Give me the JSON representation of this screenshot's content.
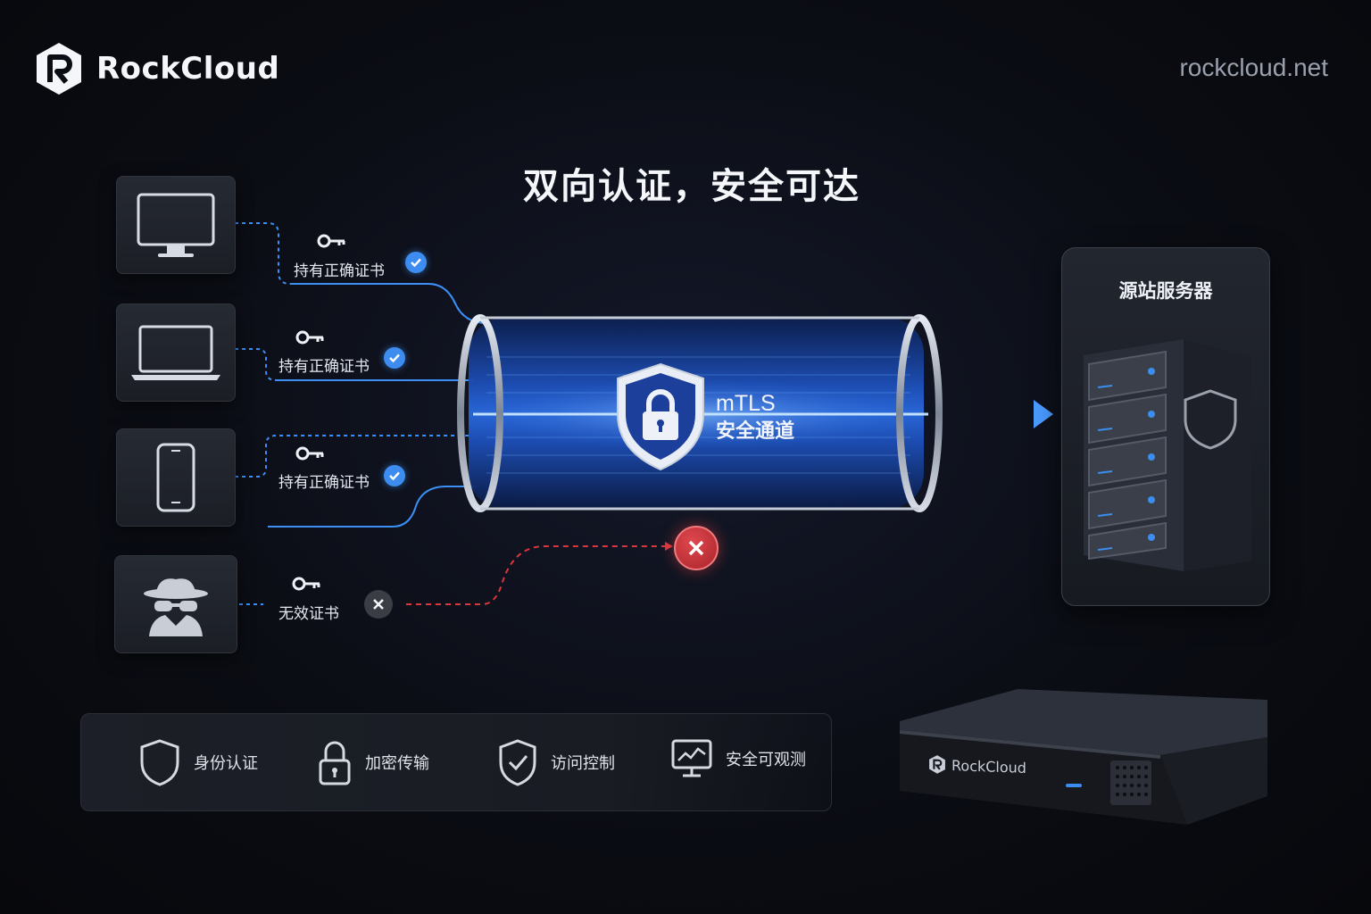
{
  "header": {
    "brand_name": "RockCloud",
    "site_url": "rockcloud.net"
  },
  "title": "双向认证，安全可达",
  "clients": [
    {
      "device": "desktop-monitor",
      "cert_label": "持有正确证书",
      "status": "valid"
    },
    {
      "device": "laptop",
      "cert_label": "持有正确证书",
      "status": "valid"
    },
    {
      "device": "smartphone",
      "cert_label": "持有正确证书",
      "status": "valid"
    },
    {
      "device": "hacker",
      "cert_label": "无效证书",
      "status": "invalid"
    }
  ],
  "tunnel": {
    "protocol": "mTLS",
    "name": "安全通道"
  },
  "server": {
    "title": "源站服务器"
  },
  "features": [
    {
      "icon": "shield-icon",
      "label": "身份认证"
    },
    {
      "icon": "padlock-icon",
      "label": "加密传输"
    },
    {
      "icon": "shield-check-icon",
      "label": "访问控制"
    },
    {
      "icon": "monitor-chart-icon",
      "label": "安全可观测"
    }
  ],
  "appliance": {
    "brand_name": "RockCloud"
  },
  "colors": {
    "accent_blue": "#3d8df0",
    "deny_red": "#d9363e",
    "background": "#0b0d14"
  }
}
